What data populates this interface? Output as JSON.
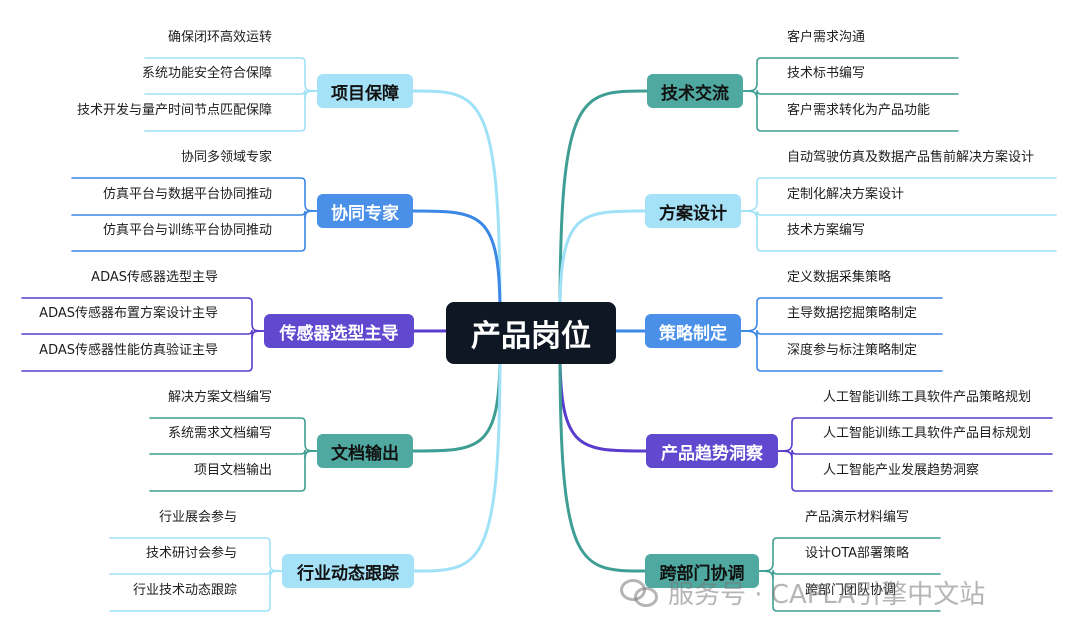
{
  "root": {
    "label": "产品岗位"
  },
  "branches": [
    {
      "key": "b1",
      "label": "技术交流",
      "side": "right",
      "color": "#3e9e93",
      "bg": "#4fa9a0",
      "leaves": [
        "客户需求沟通",
        "技术标书编写",
        "客户需求转化为产品功能"
      ]
    },
    {
      "key": "b2",
      "label": "方案设计",
      "side": "right",
      "color": "#9fe1f7",
      "bg": "#a5e1f7",
      "leaves": [
        "自动驾驶仿真及数据产品售前解决方案设计",
        "定制化解决方案设计",
        "技术方案编写"
      ]
    },
    {
      "key": "b3",
      "label": "策略制定",
      "side": "right",
      "color": "#3a87e6",
      "bg": "#4a90e8",
      "leaves": [
        "定义数据采集策略",
        "主导数据挖掘策略制定",
        "深度参与标注策略制定"
      ]
    },
    {
      "key": "b4",
      "label": "产品趋势洞察",
      "side": "right",
      "color": "#5a3ccc",
      "bg": "#6048cf",
      "leaves": [
        "人工智能训练工具软件产品策略规划",
        "人工智能训练工具软件产品目标规划",
        "人工智能产业发展趋势洞察"
      ]
    },
    {
      "key": "b5",
      "label": "跨部门协调",
      "side": "right",
      "color": "#3e9e93",
      "bg": "#4fa9a0",
      "leaves": [
        "产品演示材料编写",
        "设计OTA部署策略",
        "跨部门团队协调"
      ]
    },
    {
      "key": "b6",
      "label": "项目保障",
      "side": "left",
      "color": "#9fe1f7",
      "bg": "#a5e1f7",
      "leaves": [
        "确保闭环高效运转",
        "系统功能安全符合保障",
        "技术开发与量产时间节点匹配保障"
      ]
    },
    {
      "key": "b7",
      "label": "协同专家",
      "side": "left",
      "color": "#3a87e6",
      "bg": "#4a90e8",
      "leaves": [
        "协同多领域专家",
        "仿真平台与数据平台协同推动",
        "仿真平台与训练平台协同推动"
      ]
    },
    {
      "key": "b8",
      "label": "传感器选型主导",
      "side": "left",
      "color": "#5a3ccc",
      "bg": "#6048cf",
      "leaves": [
        "ADAS传感器选型主导",
        "ADAS传感器布置方案设计主导",
        "ADAS传感器性能仿真验证主导"
      ]
    },
    {
      "key": "b9",
      "label": "文档输出",
      "side": "left",
      "color": "#3e9e93",
      "bg": "#4fa9a0",
      "leaves": [
        "解决方案文档编写",
        "系统需求文档编写",
        "项目文档输出"
      ]
    },
    {
      "key": "b10",
      "label": "行业动态跟踪",
      "side": "left",
      "color": "#9fe1f7",
      "bg": "#a5e1f7",
      "leaves": [
        "行业展会参与",
        "技术研讨会参与",
        "行业技术动态跟踪"
      ]
    }
  ],
  "watermark": {
    "text": "服务号 · CAPLA引擎中文站",
    "icon": "wechat-logo-icon"
  }
}
